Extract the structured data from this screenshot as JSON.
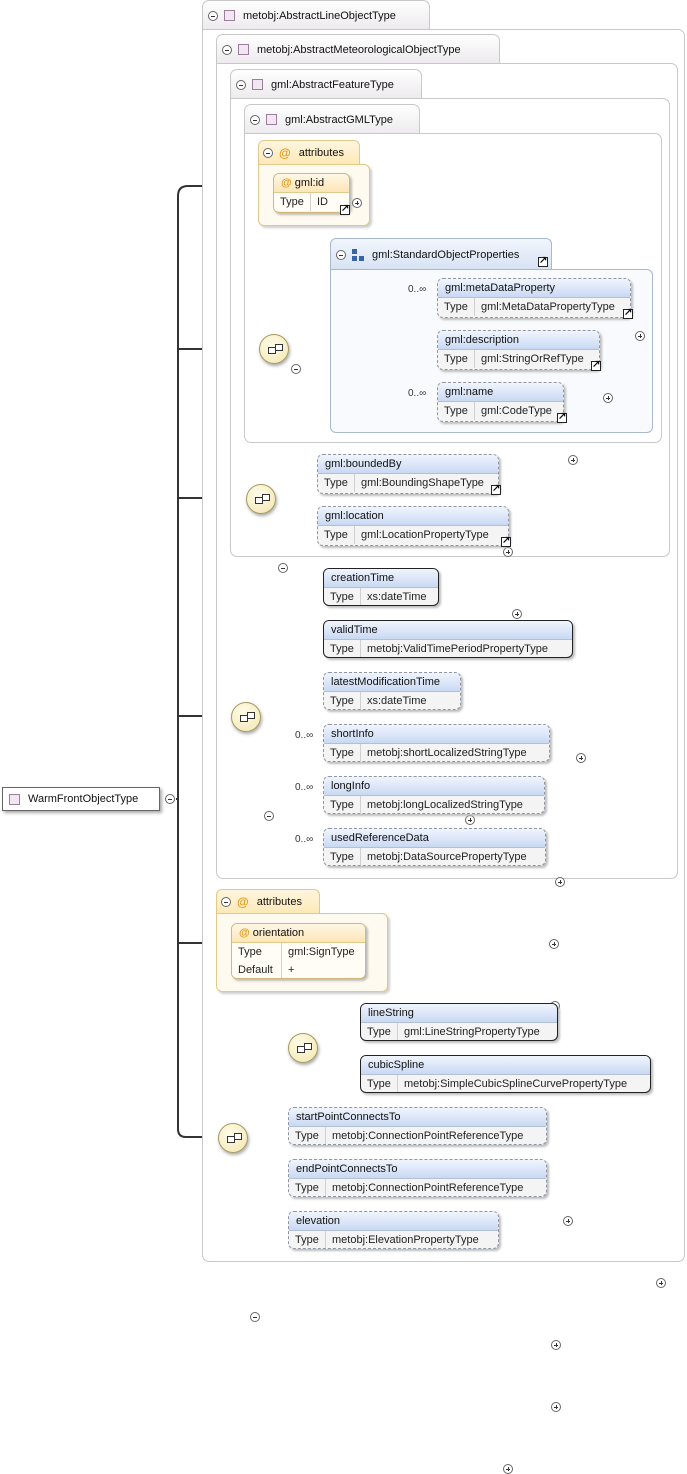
{
  "root": {
    "label": "WarmFrontObjectType"
  },
  "containers": {
    "abstract_line_object": "metobj:AbstractLineObjectType",
    "abstract_meteorological_object": "metobj:AbstractMeteorologicalObjectType",
    "abstract_feature": "gml:AbstractFeatureType",
    "abstract_gml": "gml:AbstractGMLType"
  },
  "gml_attributes": {
    "title": "attributes",
    "id": {
      "name": "gml:id",
      "type_key": "Type",
      "type": "ID"
    }
  },
  "standard_object_properties": {
    "title": "gml:StandardObjectProperties",
    "elements": [
      {
        "name": "gml:metaDataProperty",
        "type_key": "Type",
        "type": "gml:MetaDataPropertyType",
        "mult": "0..∞"
      },
      {
        "name": "gml:description",
        "type_key": "Type",
        "type": "gml:StringOrRefType",
        "mult": ""
      },
      {
        "name": "gml:name",
        "type_key": "Type",
        "type": "gml:CodeType",
        "mult": "0..∞"
      }
    ]
  },
  "feature_elements": [
    {
      "name": "gml:boundedBy",
      "type_key": "Type",
      "type": "gml:BoundingShapeType"
    },
    {
      "name": "gml:location",
      "type_key": "Type",
      "type": "gml:LocationPropertyType"
    }
  ],
  "met_elements": [
    {
      "name": "creationTime",
      "type_key": "Type",
      "type": "xs:dateTime",
      "mult": ""
    },
    {
      "name": "validTime",
      "type_key": "Type",
      "type": "metobj:ValidTimePeriodPropertyType",
      "mult": ""
    },
    {
      "name": "latestModificationTime",
      "type_key": "Type",
      "type": "xs:dateTime",
      "mult": ""
    },
    {
      "name": "shortInfo",
      "type_key": "Type",
      "type": "metobj:shortLocalizedStringType",
      "mult": "0..∞"
    },
    {
      "name": "longInfo",
      "type_key": "Type",
      "type": "metobj:longLocalizedStringType",
      "mult": "0..∞"
    },
    {
      "name": "usedReferenceData",
      "type_key": "Type",
      "type": "metobj:DataSourcePropertyType",
      "mult": "0..∞"
    }
  ],
  "line_attributes": {
    "title": "attributes",
    "orientation": {
      "name": "orientation",
      "type_key": "Type",
      "type": "gml:SignType",
      "default_key": "Default",
      "default": "+"
    }
  },
  "choice_elements": [
    {
      "name": "lineString",
      "type_key": "Type",
      "type": "gml:LineStringPropertyType"
    },
    {
      "name": "cubicSpline",
      "type_key": "Type",
      "type": "metobj:SimpleCubicSplineCurvePropertyType"
    }
  ],
  "line_elements": [
    {
      "name": "startPointConnectsTo",
      "type_key": "Type",
      "type": "metobj:ConnectionPointReferenceType"
    },
    {
      "name": "endPointConnectsTo",
      "type_key": "Type",
      "type": "metobj:ConnectionPointReferenceType"
    },
    {
      "name": "elevation",
      "type_key": "Type",
      "type": "metobj:ElevationPropertyType"
    }
  ],
  "colors": {
    "element_header": "#c9d9f3",
    "attribute_header": "#fde8b5",
    "type_icon": "#f3e6f3"
  }
}
